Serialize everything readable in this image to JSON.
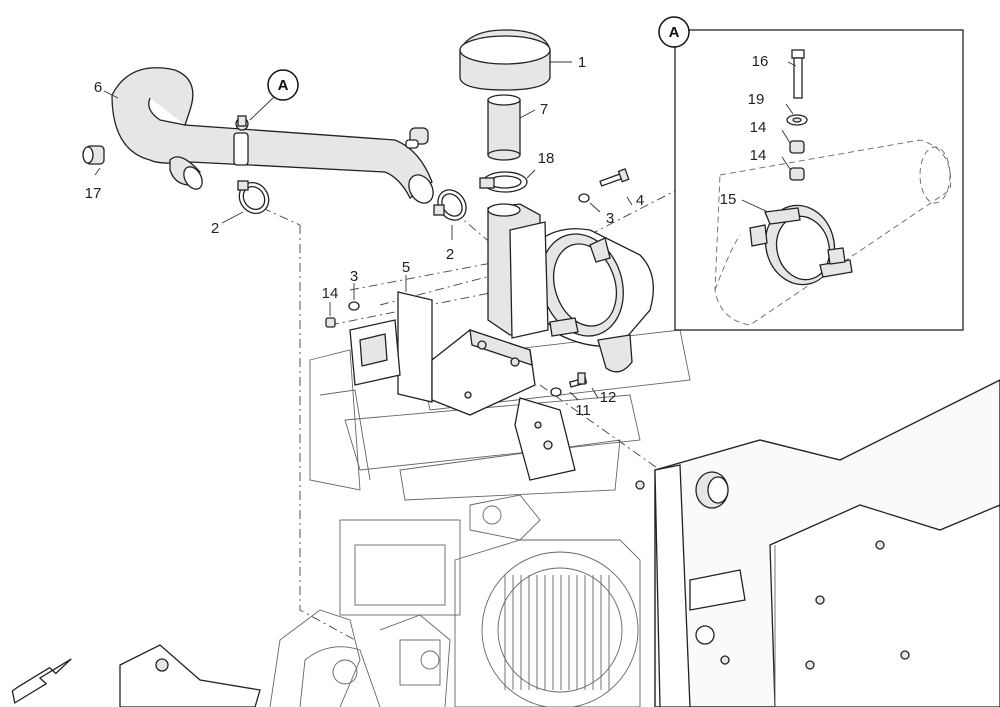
{
  "detail": {
    "callout_letter": "A"
  },
  "labels": {
    "l1": "1",
    "l7": "7",
    "l18": "18",
    "l4": "4",
    "l3a": "3",
    "l3b": "3",
    "l6": "6",
    "l17": "17",
    "l2a": "2",
    "l2b": "2",
    "l5": "5",
    "l14": "14",
    "l12": "12",
    "l11": "11",
    "l16": "16",
    "l19": "19",
    "l14a": "14",
    "l14b": "14",
    "l15": "15"
  }
}
